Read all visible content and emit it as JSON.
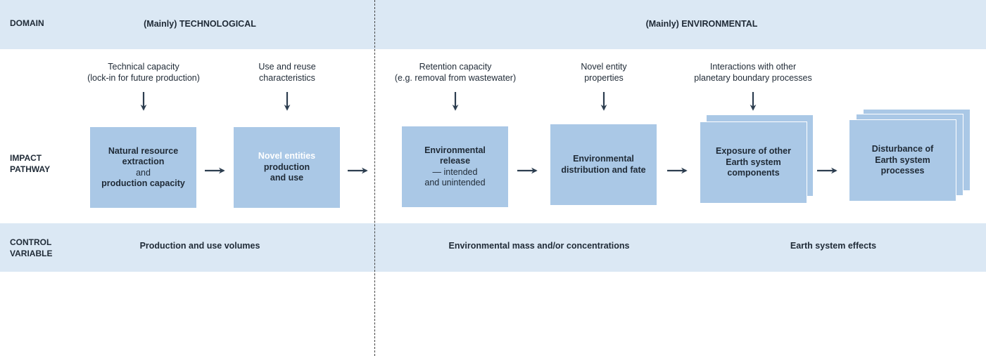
{
  "row_labels": {
    "domain": "DOMAIN",
    "impact_pathway": [
      "IMPACT",
      "PATHWAY"
    ],
    "control_variable": [
      "CONTROL",
      "VARIABLE"
    ]
  },
  "domains": {
    "technological": "(Mainly) TECHNOLOGICAL",
    "environmental": "(Mainly) ENVIRONMENTAL"
  },
  "factors": {
    "technical_capacity": [
      "Technical capacity",
      "(lock-in for future production)"
    ],
    "use_reuse": [
      "Use and reuse",
      "characteristics"
    ],
    "retention_capacity": [
      "Retention capacity",
      "(e.g. removal from wastewater)"
    ],
    "novel_entity_properties": [
      "Novel entity",
      "properties"
    ],
    "interactions": [
      "Interactions with other",
      "planetary boundary processes"
    ]
  },
  "boxes": {
    "extraction": {
      "line1": "Natural resource",
      "line2": "extraction",
      "line3": "and",
      "line4": "production capacity"
    },
    "production_use": {
      "line1": "Novel entities",
      "line2": "production",
      "line3": "and use"
    },
    "release": {
      "line1": "Environmental",
      "line2": "release",
      "line3": "— intended",
      "line4": "and unintended"
    },
    "distribution": {
      "line1": "Environmental",
      "line2": "distribution and fate"
    },
    "exposure": {
      "line1": "Exposure of other",
      "line2": "Earth system",
      "line3": "components"
    },
    "disturbance": {
      "line1": "Disturbance of",
      "line2": "Earth system",
      "line3": "processes"
    }
  },
  "control_variables": {
    "volumes": "Production and use volumes",
    "mass": "Environmental mass and/or concentrations",
    "effects": "Earth system effects"
  },
  "colors": {
    "band": "#dbe8f4",
    "box": "#aac8e6",
    "arrow": "#2d3e50"
  }
}
